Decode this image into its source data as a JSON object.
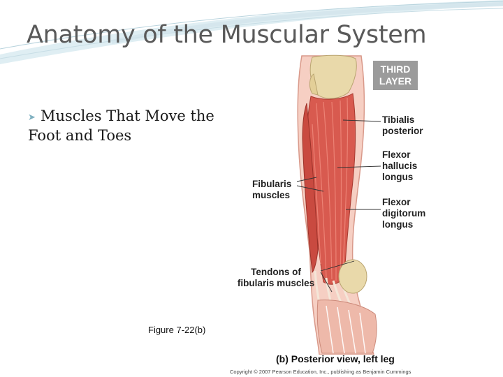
{
  "slide": {
    "title": "Anatomy of the Muscular System",
    "bullet_text": "Muscles That Move the Foot and Toes",
    "figure_reference": "Figure 7-22(b)"
  },
  "figure": {
    "layer_label_line1": "THIRD",
    "layer_label_line2": "LAYER",
    "labels": {
      "tibialis_line1": "Tibialis",
      "tibialis_line2": "posterior",
      "fhl_line1": "Flexor",
      "fhl_line2": "hallucis",
      "fhl_line3": "longus",
      "fdl_line1": "Flexor",
      "fdl_line2": "digitorum",
      "fdl_line3": "longus",
      "fibularis_line1": "Fibularis",
      "fibularis_line2": "muscles",
      "tendons_line1": "Tendons of",
      "tendons_line2": "fibularis muscles"
    },
    "view_caption": "(b) Posterior view, left leg",
    "copyright": "Copyright © 2007 Pearson Education, Inc., publishing as Benjamin Cummings"
  },
  "colors": {
    "title": "#595959",
    "swoosh": "#d7e7ee",
    "muscle": "#d85a4f",
    "skin": "#f3c6b8",
    "bone": "#e8d7a8",
    "layer_box": "#9b9b9b"
  }
}
